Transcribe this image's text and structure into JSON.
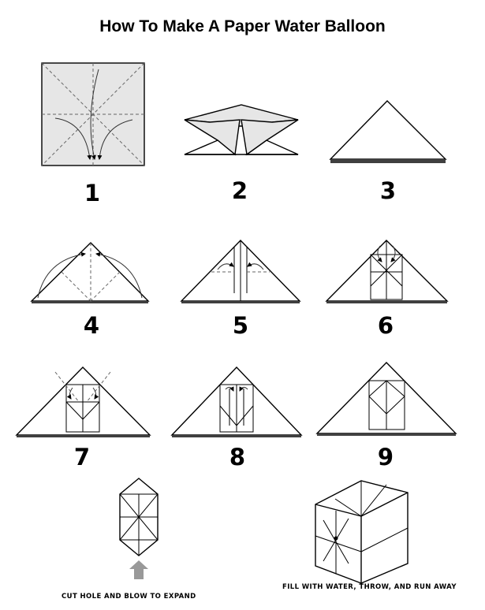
{
  "title": "How To Make A Paper Water Balloon",
  "steps": [
    {
      "number": "1",
      "icon": "square-paper-fold-diagram-icon"
    },
    {
      "number": "2",
      "icon": "collapse-fold-diagram-icon"
    },
    {
      "number": "3",
      "icon": "triangle-base-diagram-icon"
    },
    {
      "number": "4",
      "icon": "fold-corners-up-diagram-icon"
    },
    {
      "number": "5",
      "icon": "fold-flaps-center-diagram-icon"
    },
    {
      "number": "6",
      "icon": "fold-tips-down-diagram-icon"
    },
    {
      "number": "7",
      "icon": "fold-side-points-diagram-icon"
    },
    {
      "number": "8",
      "icon": "tuck-flaps-diagram-icon"
    },
    {
      "number": "9",
      "icon": "finished-folds-diagram-icon"
    }
  ],
  "final": [
    {
      "caption": "CUT HOLE AND BLOW TO EXPAND",
      "icon": "hexagon-blow-diagram-icon"
    },
    {
      "caption": "FILL WITH WATER, THROW, AND RUN AWAY",
      "icon": "cube-balloon-diagram-icon"
    }
  ],
  "colors": {
    "paper_shade": "#e6e6e6",
    "arrow_fill": "#999999"
  }
}
